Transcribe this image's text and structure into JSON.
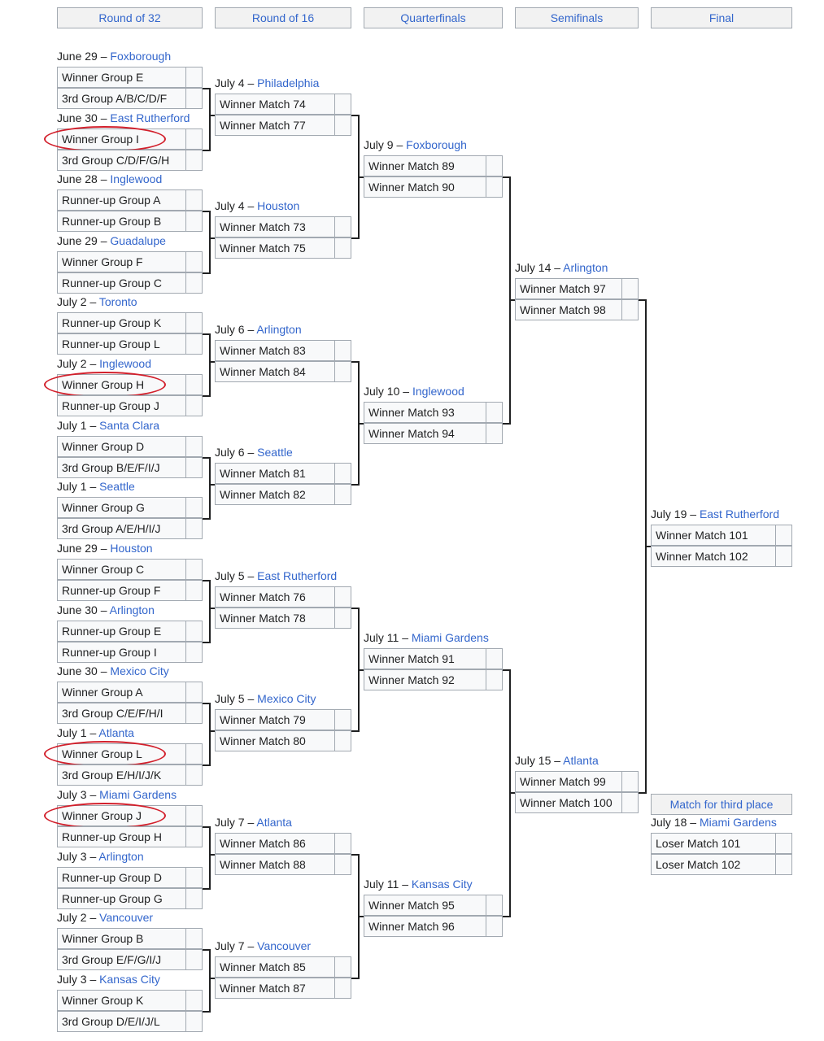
{
  "rounds": [
    "Round of 32",
    "Round of 16",
    "Quarterfinals",
    "Semifinals",
    "Final"
  ],
  "third_place_header": "Match for third place",
  "round_of_32": [
    {
      "date": "June 29",
      "venue": "Foxborough",
      "teams": [
        "Winner Group E",
        "3rd Group A/B/C/D/F"
      ]
    },
    {
      "date": "June 30",
      "venue": "East Rutherford",
      "teams": [
        "Winner Group I",
        "3rd Group C/D/F/G/H"
      ]
    },
    {
      "date": "June 28",
      "venue": "Inglewood",
      "teams": [
        "Runner-up Group A",
        "Runner-up Group B"
      ]
    },
    {
      "date": "June 29",
      "venue": "Guadalupe",
      "teams": [
        "Winner Group F",
        "Runner-up Group C"
      ]
    },
    {
      "date": "July 2",
      "venue": "Toronto",
      "teams": [
        "Runner-up Group K",
        "Runner-up Group L"
      ]
    },
    {
      "date": "July 2",
      "venue": "Inglewood",
      "teams": [
        "Winner Group H",
        "Runner-up Group J"
      ]
    },
    {
      "date": "July 1",
      "venue": "Santa Clara",
      "teams": [
        "Winner Group D",
        "3rd Group B/E/F/I/J"
      ]
    },
    {
      "date": "July 1",
      "venue": "Seattle",
      "teams": [
        "Winner Group G",
        "3rd Group A/E/H/I/J"
      ]
    },
    {
      "date": "June 29",
      "venue": "Houston",
      "teams": [
        "Winner Group C",
        "Runner-up Group F"
      ]
    },
    {
      "date": "June 30",
      "venue": "Arlington",
      "teams": [
        "Runner-up Group E",
        "Runner-up Group I"
      ]
    },
    {
      "date": "June 30",
      "venue": "Mexico City",
      "teams": [
        "Winner Group A",
        "3rd Group C/E/F/H/I"
      ]
    },
    {
      "date": "July 1",
      "venue": "Atlanta",
      "teams": [
        "Winner Group L",
        "3rd Group E/H/I/J/K"
      ]
    },
    {
      "date": "July 3",
      "venue": "Miami Gardens",
      "teams": [
        "Winner Group J",
        "Runner-up Group H"
      ]
    },
    {
      "date": "July 3",
      "venue": "Arlington",
      "teams": [
        "Runner-up Group D",
        "Runner-up Group G"
      ]
    },
    {
      "date": "July 2",
      "venue": "Vancouver",
      "teams": [
        "Winner Group B",
        "3rd Group E/F/G/I/J"
      ]
    },
    {
      "date": "July 3",
      "venue": "Kansas City",
      "teams": [
        "Winner Group K",
        "3rd Group D/E/I/J/L"
      ]
    }
  ],
  "round_of_16": [
    {
      "date": "July 4",
      "venue": "Philadelphia",
      "teams": [
        "Winner Match 74",
        "Winner Match 77"
      ]
    },
    {
      "date": "July 4",
      "venue": "Houston",
      "teams": [
        "Winner Match 73",
        "Winner Match 75"
      ]
    },
    {
      "date": "July 6",
      "venue": "Arlington",
      "teams": [
        "Winner Match 83",
        "Winner Match 84"
      ]
    },
    {
      "date": "July 6",
      "venue": "Seattle",
      "teams": [
        "Winner Match 81",
        "Winner Match 82"
      ]
    },
    {
      "date": "July 5",
      "venue": "East Rutherford",
      "teams": [
        "Winner Match 76",
        "Winner Match 78"
      ]
    },
    {
      "date": "July 5",
      "venue": "Mexico City",
      "teams": [
        "Winner Match 79",
        "Winner Match 80"
      ]
    },
    {
      "date": "July 7",
      "venue": "Atlanta",
      "teams": [
        "Winner Match 86",
        "Winner Match 88"
      ]
    },
    {
      "date": "July 7",
      "venue": "Vancouver",
      "teams": [
        "Winner Match 85",
        "Winner Match 87"
      ]
    }
  ],
  "quarterfinals": [
    {
      "date": "July 9",
      "venue": "Foxborough",
      "teams": [
        "Winner Match 89",
        "Winner Match 90"
      ]
    },
    {
      "date": "July 10",
      "venue": "Inglewood",
      "teams": [
        "Winner Match 93",
        "Winner Match 94"
      ]
    },
    {
      "date": "July 11",
      "venue": "Miami Gardens",
      "teams": [
        "Winner Match 91",
        "Winner Match 92"
      ]
    },
    {
      "date": "July 11",
      "venue": "Kansas City",
      "teams": [
        "Winner Match 95",
        "Winner Match 96"
      ]
    }
  ],
  "semifinals": [
    {
      "date": "July 14",
      "venue": "Arlington",
      "teams": [
        "Winner Match 97",
        "Winner Match 98"
      ]
    },
    {
      "date": "July 15",
      "venue": "Atlanta",
      "teams": [
        "Winner Match 99",
        "Winner Match 100"
      ]
    }
  ],
  "final": {
    "date": "July 19",
    "venue": "East Rutherford",
    "teams": [
      "Winner Match 101",
      "Winner Match 102"
    ]
  },
  "third_place": {
    "date": "July 18",
    "venue": "Miami Gardens",
    "teams": [
      "Loser Match 101",
      "Loser Match 102"
    ]
  },
  "highlighted_teams": [
    "Winner Group I",
    "Winner Group H",
    "Winner Group L",
    "Winner Group J"
  ],
  "colors": {
    "link": "#3366cc",
    "border": "#a2a9b1",
    "highlight_ring": "#d21f2b",
    "connector": "#202122"
  }
}
